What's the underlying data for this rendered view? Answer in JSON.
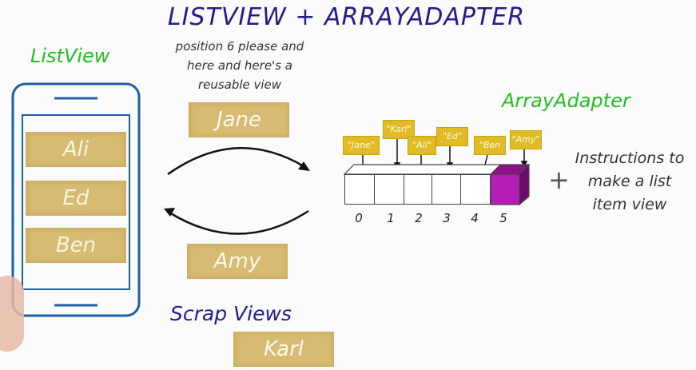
{
  "title": "LISTVIEW + ARRAYADAPTER",
  "listview_label": "ListView",
  "request_text": [
    "position 6 please and",
    "here and here's a",
    "reusable view"
  ],
  "request_card": "Jane",
  "return_card": "Amy",
  "phone_items": [
    "Ali",
    "Ed",
    "Ben"
  ],
  "arrayadapter_label": "ArrayAdapter",
  "array_tags": [
    "\"Jane\"",
    "\"Karl\"",
    "\"Ali\"",
    "\"Ed\"",
    "\"Ben",
    "\"Amy\""
  ],
  "array_indices": [
    "0",
    "1",
    "2",
    "3",
    "4",
    "5"
  ],
  "plus_sign": "+",
  "instructions": [
    "Instructions to",
    "make a list",
    "item view"
  ],
  "scrap_label": "Scrap Views",
  "scrap_card": "Karl",
  "colors": {
    "title": "#1e1e8c",
    "label_green": "#22c022",
    "phone_outline": "#1f5fa8",
    "card": "#d8bb72",
    "tag": "#e1bb25",
    "highlight_cell": "#b41eb4"
  }
}
